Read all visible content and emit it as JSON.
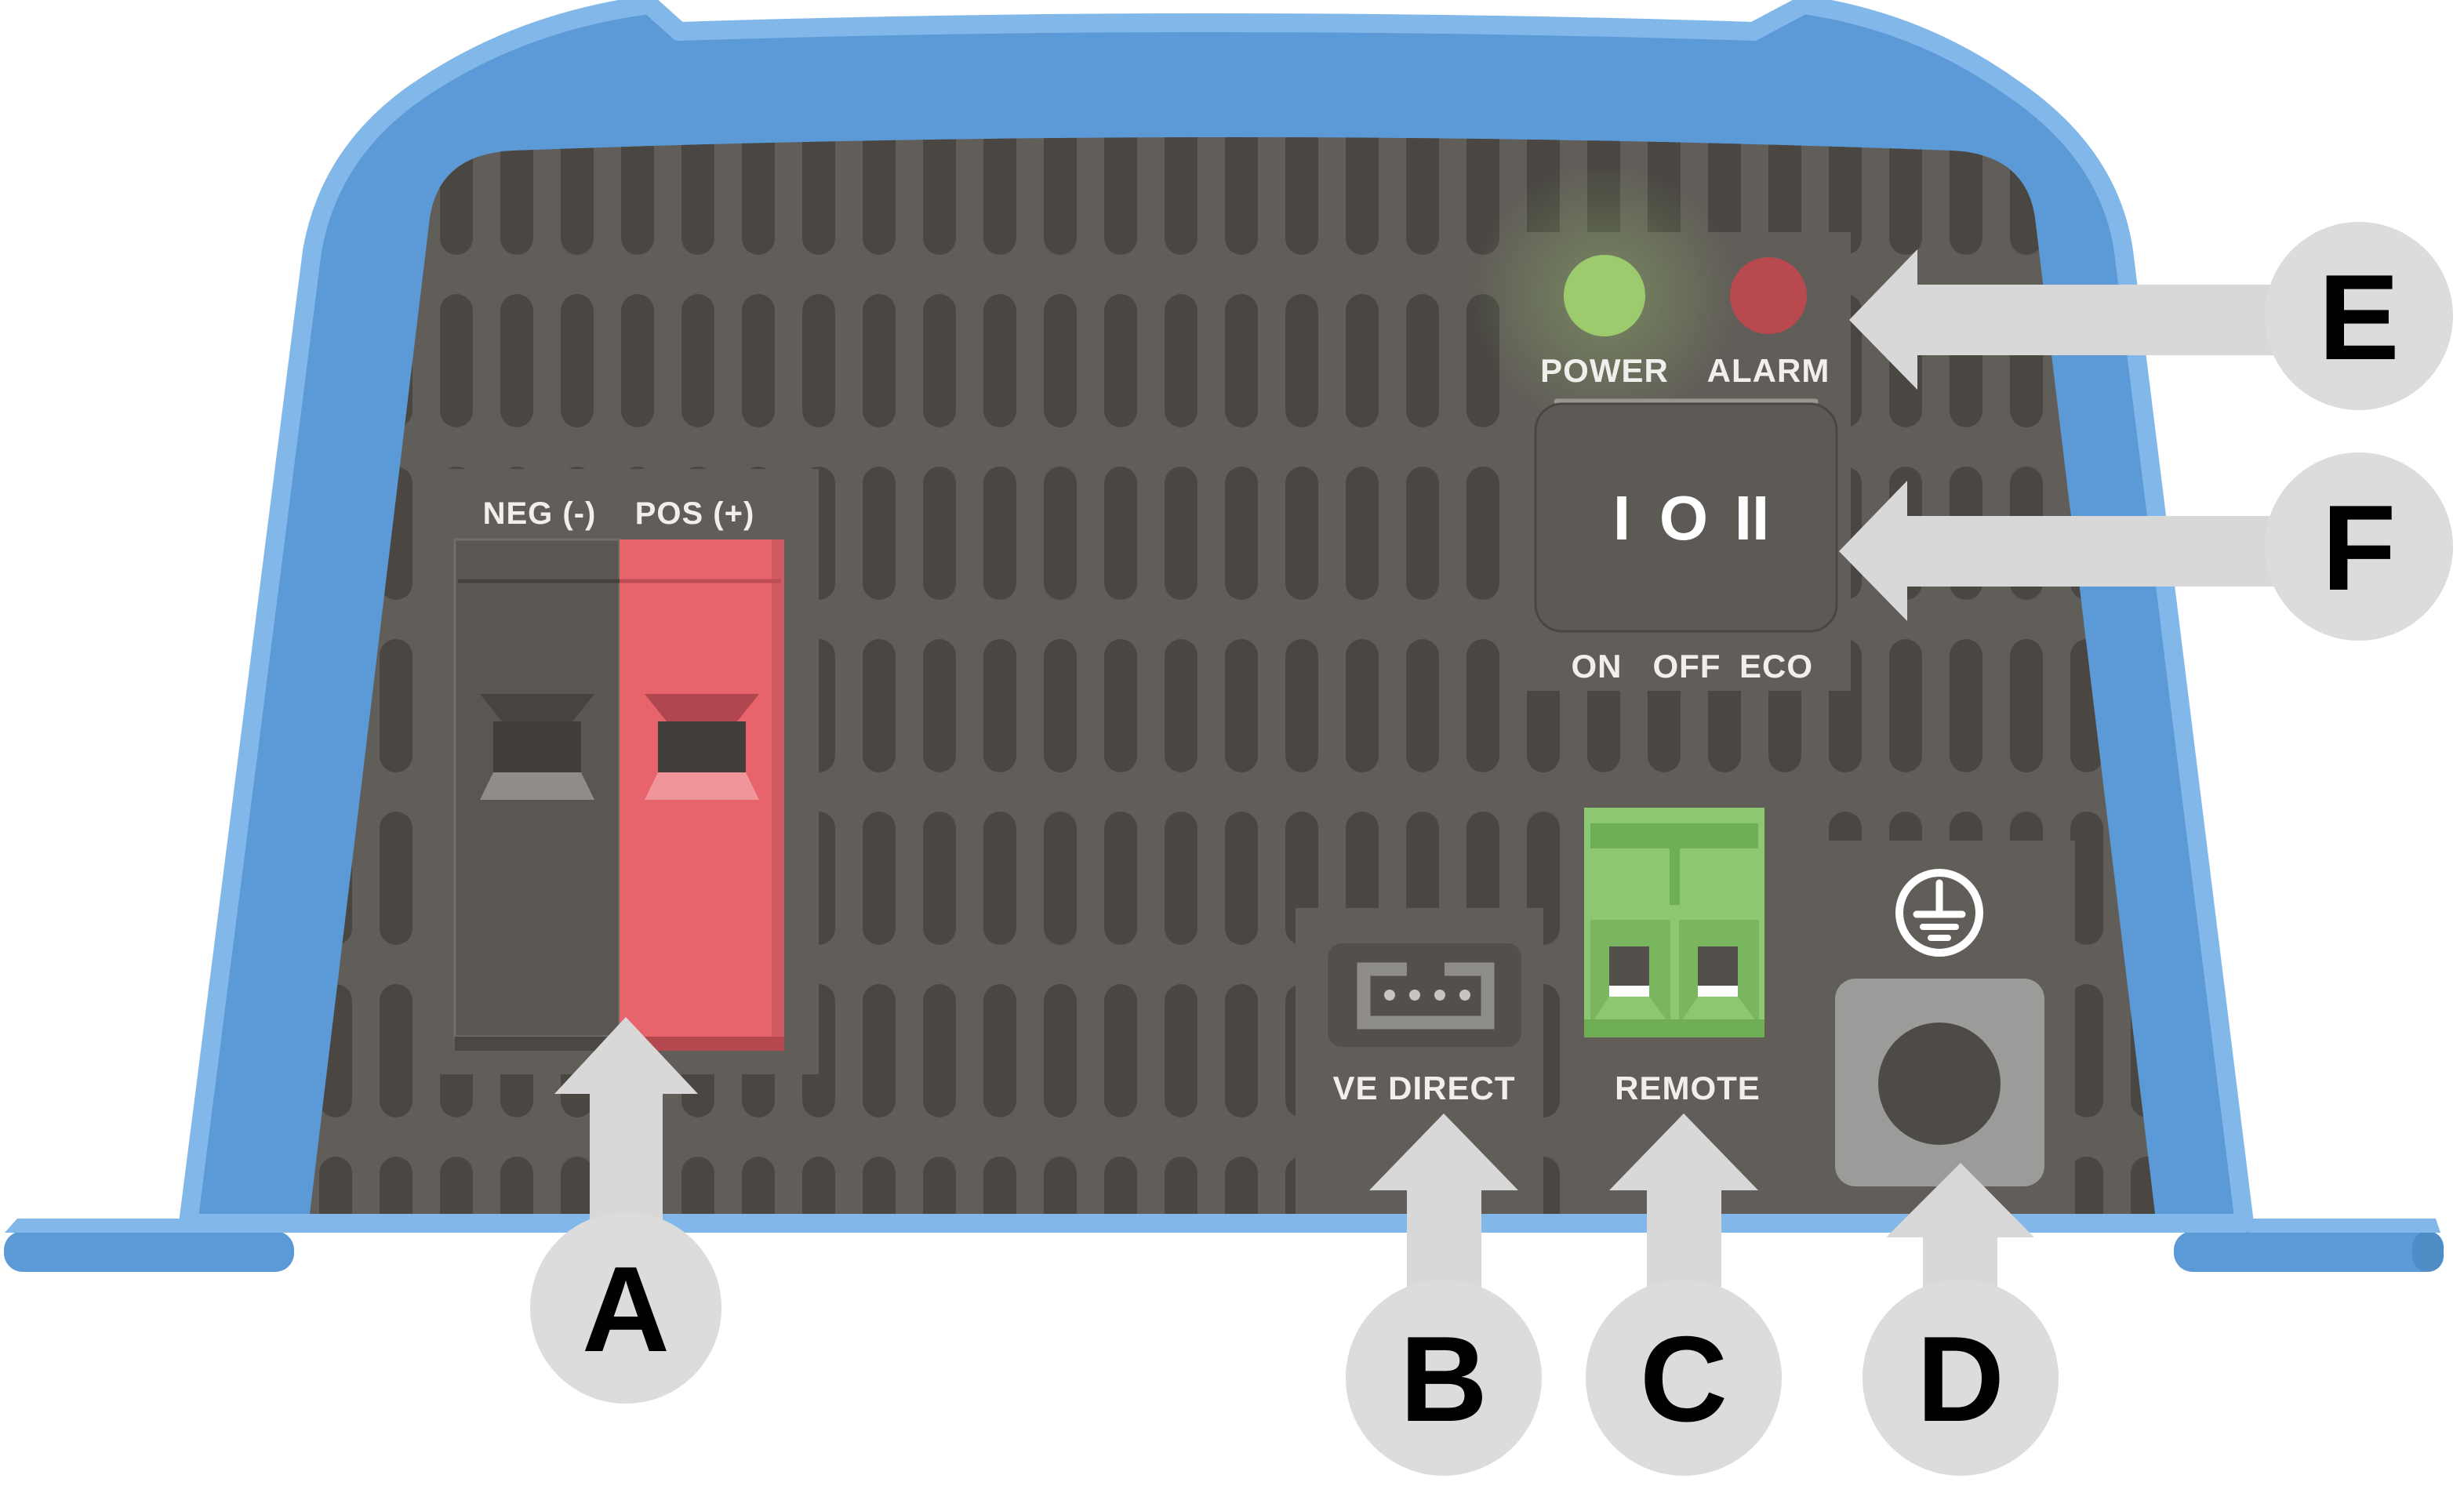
{
  "labels": {
    "power": "POWER",
    "alarm": "ALARM",
    "neg": "NEG (-)",
    "pos": "POS (+)",
    "ve_direct": "VE DIRECT",
    "remote": "REMOTE",
    "on": "ON",
    "off": "OFF",
    "eco": "ECO"
  },
  "switch": {
    "symbols": {
      "on": "I",
      "off": "O",
      "eco": "II"
    }
  },
  "callouts": {
    "a": "A",
    "b": "B",
    "c": "C",
    "d": "D",
    "e": "E",
    "f": "F"
  },
  "icons": [
    "power-led-icon",
    "alarm-led-icon",
    "ve-direct-port-icon",
    "remote-terminal-icon",
    "ground-symbol-icon",
    "ground-stud-icon",
    "callout-arrow-icon"
  ],
  "colors": {
    "case_blue": "#5b9ad6",
    "case_blue_light": "#82b8e9",
    "case_blue_dark": "#4d8cc4",
    "panel_gray": "#615d58",
    "vent_slot": "#4a4743",
    "recess_gray": "#534f4b",
    "bezel_gray": "#5d5954",
    "led_green": "#9bcb6d",
    "led_red": "#b8494e",
    "terminal_neg_gray": "#5a5652",
    "terminal_pos_red": "#e8646c",
    "terminal_pos_red_dark": "#bc4d55",
    "terminal_hole": "#423f3b",
    "remote_green": "#8cc872",
    "remote_green_dark": "#6fae54",
    "remote_cell_green": "#7ab65f",
    "connector_gray": "#9b9b99",
    "connector_hole": "#4d4a47",
    "label_text": "#f1efec",
    "callout_bg": "#dcdcdc",
    "callout_text": "#000000"
  }
}
